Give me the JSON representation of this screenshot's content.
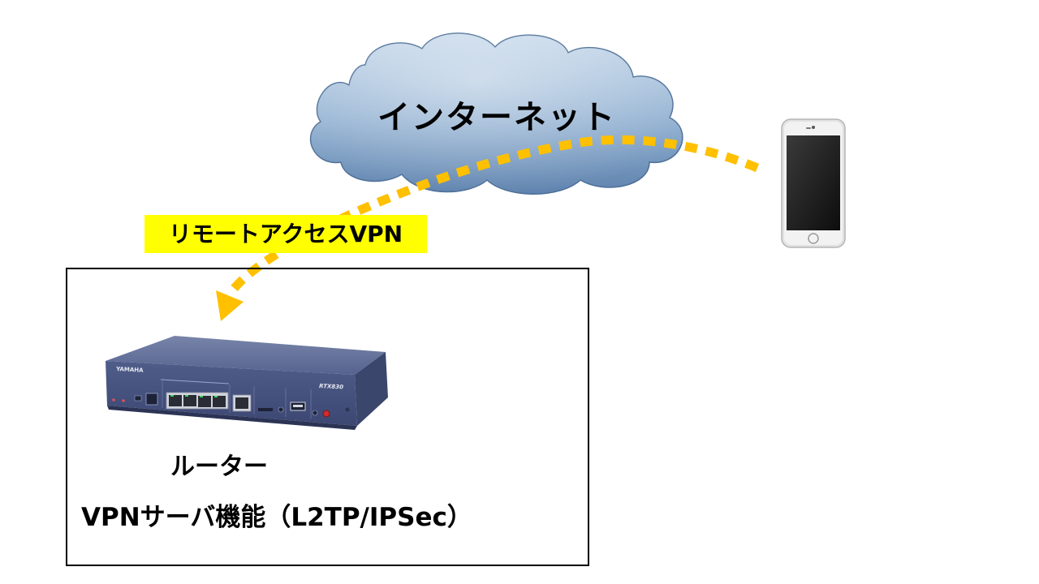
{
  "cloud": {
    "label": "インターネット",
    "fill_top": "#c3d6e9",
    "fill_bottom": "#5f83ae",
    "edge": "#4d6f98"
  },
  "tunnel": {
    "label": "リモートアクセスVPN",
    "label_bg": "#ffff00",
    "line_color": "#ffc000"
  },
  "router": {
    "title": "ルーター",
    "feature": "VPNサーバ機能（L2TP/IPSec）",
    "brand": "YAMAHA",
    "model": "RTX830",
    "body_color": "#4b5a87"
  },
  "phone": {
    "icon": "smartphone-icon",
    "frame_color": "#dcdcdc",
    "screen_color": "#1a1a1a"
  }
}
